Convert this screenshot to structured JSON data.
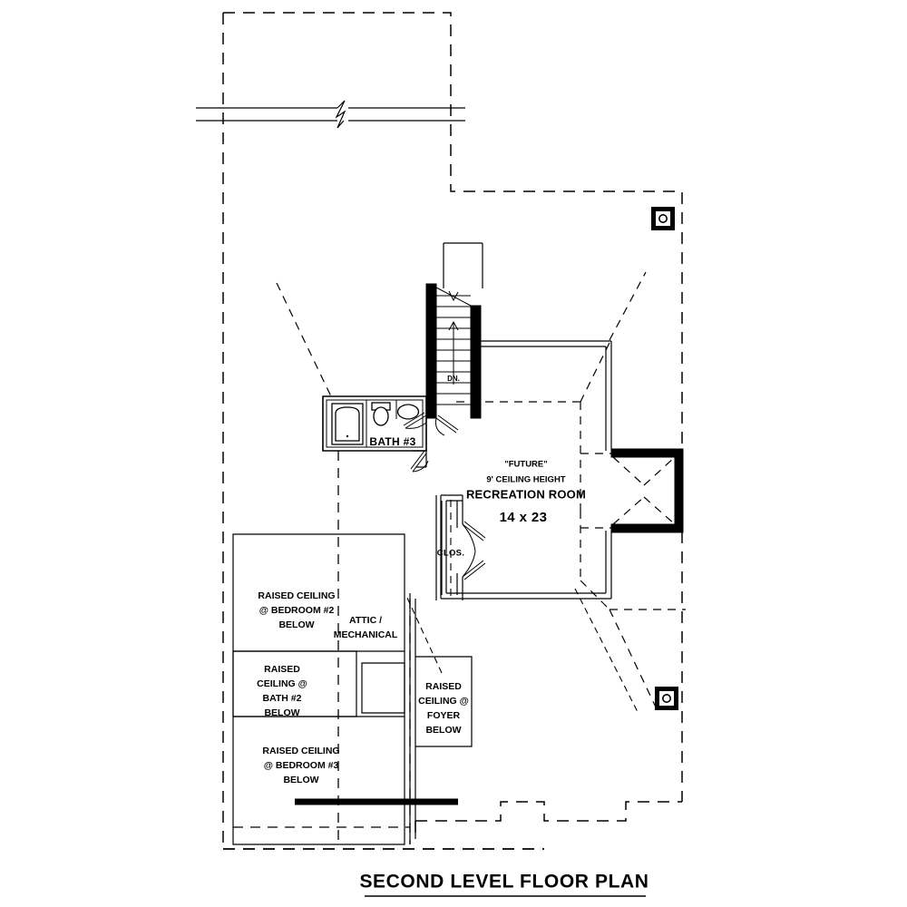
{
  "document": {
    "title": "SECOND LEVEL FLOOR PLAN",
    "drawing_type": "architectural-floor-plan",
    "background_color": "#ffffff",
    "line_color": "#000000"
  },
  "rooms": [
    {
      "id": "recreation-room",
      "note_quote": "\"FUTURE\"",
      "note_ceiling": "9' CEILING HEIGHT",
      "name": "RECREATION ROOM",
      "dimensions": "14 x 23"
    },
    {
      "id": "bath-3",
      "name": "BATH #3"
    },
    {
      "id": "closet",
      "name": "CLOS."
    },
    {
      "id": "attic-mechanical",
      "name_line1": "ATTIC /",
      "name_line2": "MECHANICAL"
    }
  ],
  "annotations": {
    "stair_direction": "DN.",
    "raised_ceiling_bedroom2": {
      "line1": "RAISED CEILING",
      "line2": "@ BEDROOM #2",
      "line3": "BELOW"
    },
    "raised_ceiling_bath2": {
      "line1": "RAISED",
      "line2": "CEILING @",
      "line3": "BATH #2",
      "line4": "BELOW"
    },
    "raised_ceiling_bedroom3": {
      "line1": "RAISED CEILING",
      "line2": "@ BEDROOM #3",
      "line3": "BELOW"
    },
    "raised_ceiling_foyer": {
      "line1": "RAISED",
      "line2": "CEILING @",
      "line3": "FOYER",
      "line4": "BELOW"
    }
  },
  "symbols": {
    "column_marker_top": "column-symbol",
    "column_marker_bottom": "column-symbol",
    "break_line": "break-line-symbol",
    "beam": "structural-beam"
  }
}
